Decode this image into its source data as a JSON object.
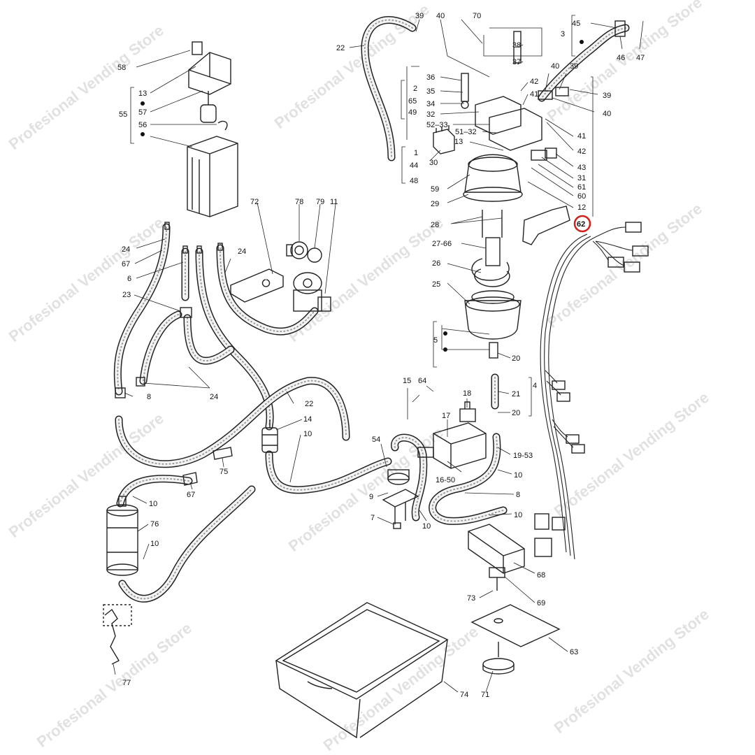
{
  "watermark": "Profesional Vending Store",
  "highlight_color": "#d0201c",
  "highlighted_part": "62",
  "labels": [
    {
      "id": "l58",
      "text": "58"
    },
    {
      "id": "l13a",
      "text": "13"
    },
    {
      "id": "l55",
      "text": "55"
    },
    {
      "id": "l57",
      "text": "57"
    },
    {
      "id": "l56",
      "text": "56"
    },
    {
      "id": "l24a",
      "text": "24"
    },
    {
      "id": "l67a",
      "text": "67"
    },
    {
      "id": "l6",
      "text": "6"
    },
    {
      "id": "l23",
      "text": "23"
    },
    {
      "id": "l8a",
      "text": "8"
    },
    {
      "id": "l24b",
      "text": "24"
    },
    {
      "id": "l24c",
      "text": "24"
    },
    {
      "id": "l72",
      "text": "72"
    },
    {
      "id": "l78",
      "text": "78"
    },
    {
      "id": "l79",
      "text": "79"
    },
    {
      "id": "l11",
      "text": "11"
    },
    {
      "id": "l22a",
      "text": "22"
    },
    {
      "id": "l39a",
      "text": "39"
    },
    {
      "id": "l40a",
      "text": "40"
    },
    {
      "id": "l70",
      "text": "70"
    },
    {
      "id": "l38",
      "text": "38"
    },
    {
      "id": "l37",
      "text": "37"
    },
    {
      "id": "l36",
      "text": "36"
    },
    {
      "id": "l35",
      "text": "35"
    },
    {
      "id": "l34",
      "text": "34"
    },
    {
      "id": "l32",
      "text": "32"
    },
    {
      "id": "l5233",
      "text": "52–33"
    },
    {
      "id": "l5132",
      "text": "51–32"
    },
    {
      "id": "l13b",
      "text": "13"
    },
    {
      "id": "l2",
      "text": "2"
    },
    {
      "id": "l65",
      "text": "65"
    },
    {
      "id": "l49",
      "text": "49"
    },
    {
      "id": "l1",
      "text": "1"
    },
    {
      "id": "l44",
      "text": "44"
    },
    {
      "id": "l48",
      "text": "48"
    },
    {
      "id": "l30",
      "text": "30"
    },
    {
      "id": "l42a",
      "text": "42"
    },
    {
      "id": "l41a",
      "text": "41"
    },
    {
      "id": "l40b",
      "text": "40"
    },
    {
      "id": "l39b",
      "text": "39"
    },
    {
      "id": "l45",
      "text": "45"
    },
    {
      "id": "l3",
      "text": "3"
    },
    {
      "id": "l46",
      "text": "46"
    },
    {
      "id": "l47",
      "text": "47"
    },
    {
      "id": "l39c",
      "text": "39"
    },
    {
      "id": "l40c",
      "text": "40"
    },
    {
      "id": "l41b",
      "text": "41"
    },
    {
      "id": "l42b",
      "text": "42"
    },
    {
      "id": "l43",
      "text": "43"
    },
    {
      "id": "l31",
      "text": "31"
    },
    {
      "id": "l61",
      "text": "61"
    },
    {
      "id": "l60",
      "text": "60"
    },
    {
      "id": "l12",
      "text": "12"
    },
    {
      "id": "l59",
      "text": "59"
    },
    {
      "id": "l29",
      "text": "29"
    },
    {
      "id": "l28",
      "text": "28"
    },
    {
      "id": "l62",
      "text": "62"
    },
    {
      "id": "l2766",
      "text": "27-66"
    },
    {
      "id": "l26",
      "text": "26"
    },
    {
      "id": "l25",
      "text": "25"
    },
    {
      "id": "l5",
      "text": "5"
    },
    {
      "id": "l20a",
      "text": "20"
    },
    {
      "id": "l4",
      "text": "4"
    },
    {
      "id": "l21",
      "text": "21"
    },
    {
      "id": "l20b",
      "text": "20"
    },
    {
      "id": "l15",
      "text": "15"
    },
    {
      "id": "l64",
      "text": "64"
    },
    {
      "id": "l18",
      "text": "18"
    },
    {
      "id": "l17",
      "text": "17"
    },
    {
      "id": "l1953",
      "text": "19-53"
    },
    {
      "id": "l1650",
      "text": "16-50"
    },
    {
      "id": "l10a",
      "text": "10"
    },
    {
      "id": "l8b",
      "text": "8"
    },
    {
      "id": "l10b",
      "text": "10"
    },
    {
      "id": "l22b",
      "text": "22"
    },
    {
      "id": "l14",
      "text": "14"
    },
    {
      "id": "l10c",
      "text": "10"
    },
    {
      "id": "l75",
      "text": "75"
    },
    {
      "id": "l54",
      "text": "54"
    },
    {
      "id": "l9",
      "text": "9"
    },
    {
      "id": "l7",
      "text": "7"
    },
    {
      "id": "l10d",
      "text": "10"
    },
    {
      "id": "l67b",
      "text": "67"
    },
    {
      "id": "l10e",
      "text": "10"
    },
    {
      "id": "l76",
      "text": "76"
    },
    {
      "id": "l10f",
      "text": "10"
    },
    {
      "id": "l68",
      "text": "68"
    },
    {
      "id": "l73",
      "text": "73"
    },
    {
      "id": "l69",
      "text": "69"
    },
    {
      "id": "l63",
      "text": "63"
    },
    {
      "id": "l71",
      "text": "71"
    },
    {
      "id": "l74",
      "text": "74"
    },
    {
      "id": "l77",
      "text": "77"
    }
  ]
}
